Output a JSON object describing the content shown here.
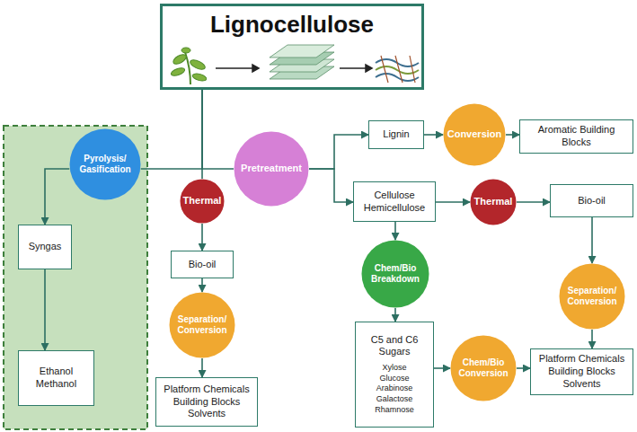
{
  "diagram": {
    "nodes": [
      {
        "text": [
          "Lignocellulose"
        ]
      },
      {
        "text": [
          "Pyrolysis/ Gasification"
        ]
      },
      {
        "text": [
          "Thermal"
        ]
      },
      {
        "text": [
          "Pretreatment"
        ]
      },
      {
        "text": [
          "Lignin"
        ]
      },
      {
        "text": [
          "Conversion"
        ]
      },
      {
        "text": [
          "Aromatic Building Blocks"
        ]
      },
      {
        "text": [
          "Cellulose Hemicellulose"
        ]
      },
      {
        "text": [
          "Thermal"
        ]
      },
      {
        "text": [
          "Bio-oil"
        ]
      },
      {
        "text": [
          "Syngas"
        ]
      },
      {
        "text": [
          "Bio-oil"
        ]
      },
      {
        "text": [
          "Chem/Bio Breakdown"
        ]
      },
      {
        "text": [
          "Separation/ Conversion"
        ]
      },
      {
        "text": [
          "Separation/ Conversion"
        ]
      },
      {
        "text": [
          "C5 and C6 Sugars",
          "Xylose",
          "Glucose",
          "Arabinose",
          "Galactose",
          "Rhamnose"
        ]
      },
      {
        "text": [
          "Chem/Bio Conversion"
        ]
      },
      {
        "text": [
          "Ethanol Methanol"
        ]
      },
      {
        "text": [
          "Platform Chemicals Building Blocks Solvents"
        ]
      },
      {
        "text": [
          "Platform Chemicals Building Blocks Solvents"
        ]
      }
    ],
    "edges": [
      {
        "from": 0,
        "to": 1,
        "arrow": "none"
      },
      {
        "from": 0,
        "to": 2,
        "arrow": "none"
      },
      {
        "from": 0,
        "to": 3,
        "arrow": "none"
      },
      {
        "from": 1,
        "to": 10,
        "arrow": "to"
      },
      {
        "from": 10,
        "to": 17,
        "arrow": "to"
      },
      {
        "from": 2,
        "to": 11,
        "arrow": "to"
      },
      {
        "from": 11,
        "to": 14,
        "arrow": "to"
      },
      {
        "from": 14,
        "to": 18,
        "arrow": "to"
      },
      {
        "from": 3,
        "to": 4,
        "arrow": "to"
      },
      {
        "from": 3,
        "to": 7,
        "arrow": "to"
      },
      {
        "from": 4,
        "to": 5,
        "arrow": "to"
      },
      {
        "from": 5,
        "to": 6,
        "arrow": "to"
      },
      {
        "from": 7,
        "to": 8,
        "arrow": "to"
      },
      {
        "from": 8,
        "to": 9,
        "arrow": "to"
      },
      {
        "from": 7,
        "to": 12,
        "arrow": "to"
      },
      {
        "from": 12,
        "to": 15,
        "arrow": "to"
      },
      {
        "from": 15,
        "to": 16,
        "arrow": "to"
      },
      {
        "from": 16,
        "to": 19,
        "arrow": "to"
      },
      {
        "from": 9,
        "to": 13,
        "arrow": "to"
      },
      {
        "from": 13,
        "to": 19,
        "arrow": "to"
      }
    ]
  }
}
